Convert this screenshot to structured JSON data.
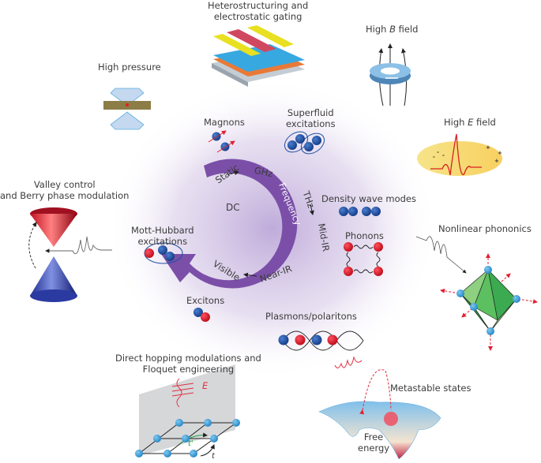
{
  "center": {
    "arrow_label": "Frequency",
    "dc": "DC",
    "scale": [
      "Static",
      "GHz",
      "THz",
      "Mid-IR",
      "Near-IR",
      "Visible"
    ]
  },
  "excitations": {
    "magnons": "Magnons",
    "superfluid": [
      "Superfluid",
      "excitations"
    ],
    "density_wave": "Density wave modes",
    "phonons": "Phonons",
    "plasmons": "Plasmons/polaritons",
    "excitons": "Excitons",
    "mott_hubbard": [
      "Mott-Hubbard",
      "excitations"
    ]
  },
  "controls": {
    "heterostructuring": [
      "Heterostructuring and",
      "electrostatic gating"
    ],
    "high_b": {
      "prefix": "High ",
      "var": "B",
      "suffix": " field"
    },
    "high_e": {
      "prefix": "High ",
      "var": "E",
      "suffix": " field"
    },
    "high_pressure": "High pressure",
    "valley": [
      "Valley control",
      "and Berry phase modulation"
    ],
    "nonlinear_phononics": "Nonlinear phononics",
    "metastable": "Metastable states",
    "free_energy": [
      "Free",
      "energy"
    ],
    "floquet": [
      "Direct hopping modulations and",
      "Floquet engineering"
    ],
    "floquet_symbols": {
      "field": "E",
      "hop": "t",
      "hop2": "t'"
    }
  },
  "charges": {
    "minus": "−",
    "plus": "+"
  },
  "colors": {
    "purple": "#7b4fa8",
    "glow": "#c9b8e0",
    "red": "#e02030",
    "blue": "#1f4fa0"
  }
}
